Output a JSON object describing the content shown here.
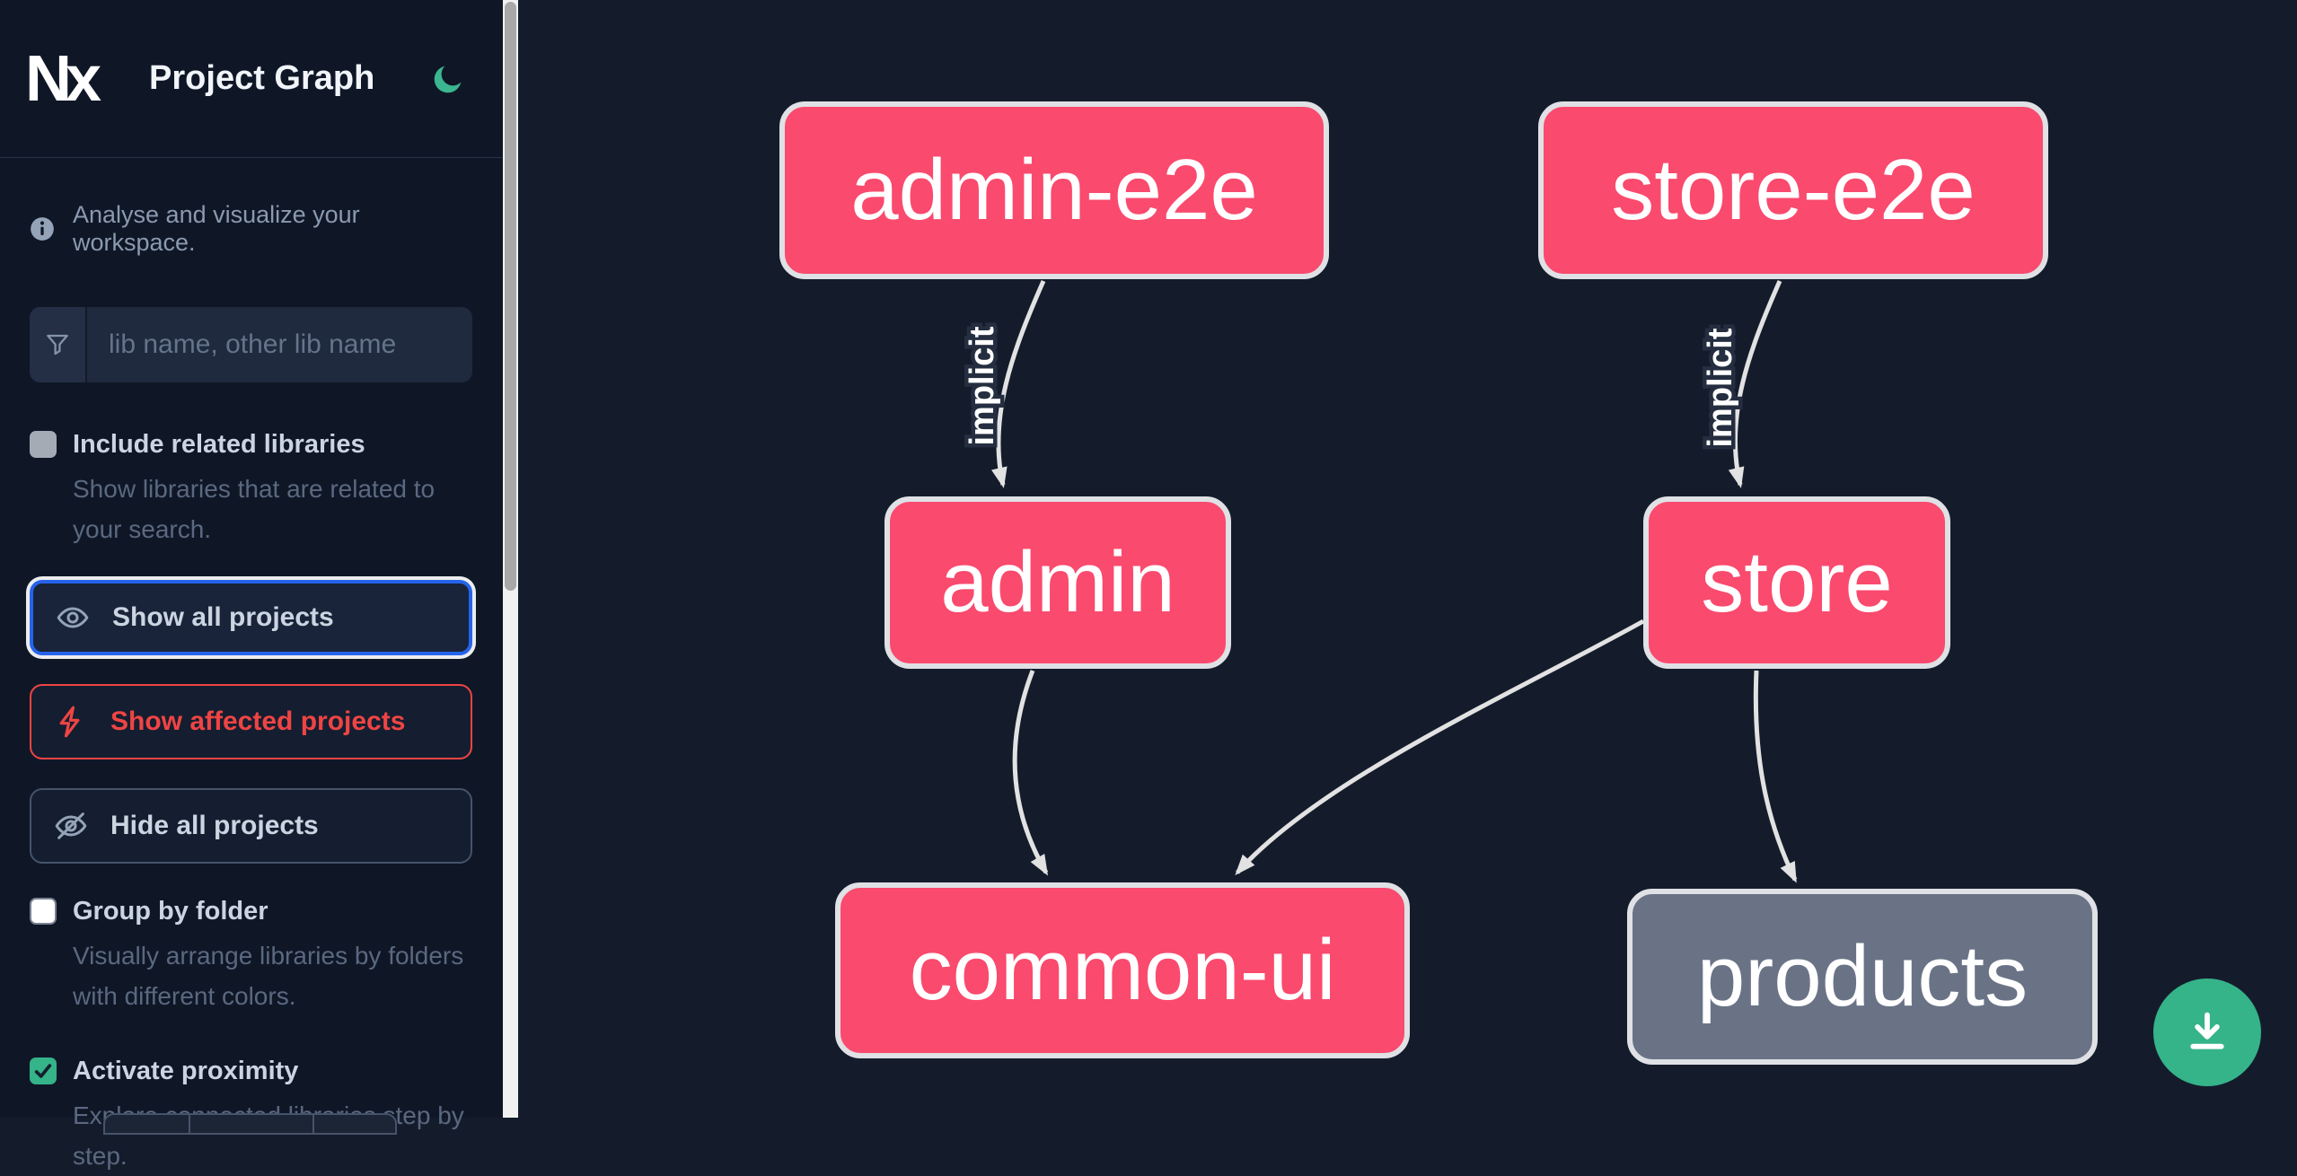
{
  "app": {
    "logo_text": "Nx",
    "title": "Project Graph"
  },
  "sidebar": {
    "tagline": "Analyse and visualize your workspace.",
    "search": {
      "placeholder": "lib name, other lib name",
      "value": ""
    },
    "toggles": [
      {
        "label": "Include related libraries",
        "description": "Show libraries that are related to your search.",
        "checked": false,
        "disabled": true
      },
      {
        "label": "Group by folder",
        "description": "Visually arrange libraries by folders with different colors.",
        "checked": false,
        "disabled": false
      },
      {
        "label": "Activate proximity",
        "description": "Explore connected libraries step by step.",
        "checked": true,
        "disabled": false
      }
    ],
    "actions": [
      {
        "label": "Show all projects",
        "icon": "eye-icon",
        "state": "focused"
      },
      {
        "label": "Show affected projects",
        "icon": "bolt-icon",
        "state": "normal"
      },
      {
        "label": "Hide all projects",
        "icon": "eye-off-icon",
        "state": "normal"
      }
    ]
  },
  "graph": {
    "nodes": [
      {
        "id": "admin-e2e",
        "label": "admin-e2e",
        "color": "#fa4a6e"
      },
      {
        "id": "store-e2e",
        "label": "store-e2e",
        "color": "#fa4a6e"
      },
      {
        "id": "admin",
        "label": "admin",
        "color": "#fa4a6e"
      },
      {
        "id": "store",
        "label": "store",
        "color": "#fa4a6e"
      },
      {
        "id": "common-ui",
        "label": "common-ui",
        "color": "#fa4a6e"
      },
      {
        "id": "products",
        "label": "products",
        "color": "#6a7386"
      }
    ],
    "edges": [
      {
        "source": "admin-e2e",
        "target": "admin",
        "label": "implicit"
      },
      {
        "source": "store-e2e",
        "target": "store",
        "label": "implicit"
      },
      {
        "source": "admin",
        "target": "common-ui",
        "label": ""
      },
      {
        "source": "store",
        "target": "common-ui",
        "label": ""
      },
      {
        "source": "store",
        "target": "products",
        "label": ""
      }
    ]
  },
  "fab": {
    "icon": "download-icon",
    "color": "#35b389"
  },
  "colors": {
    "sidebar_bg": "#0f1727",
    "canvas_bg": "#141c2c",
    "node_pink": "#fa4a6e",
    "node_gray": "#6a7386",
    "node_border": "#dfe1e5",
    "edge": "#e2e2e2",
    "focus_blue": "#2563eb",
    "affected_red": "#ef4444",
    "accent_green": "#35b389"
  }
}
